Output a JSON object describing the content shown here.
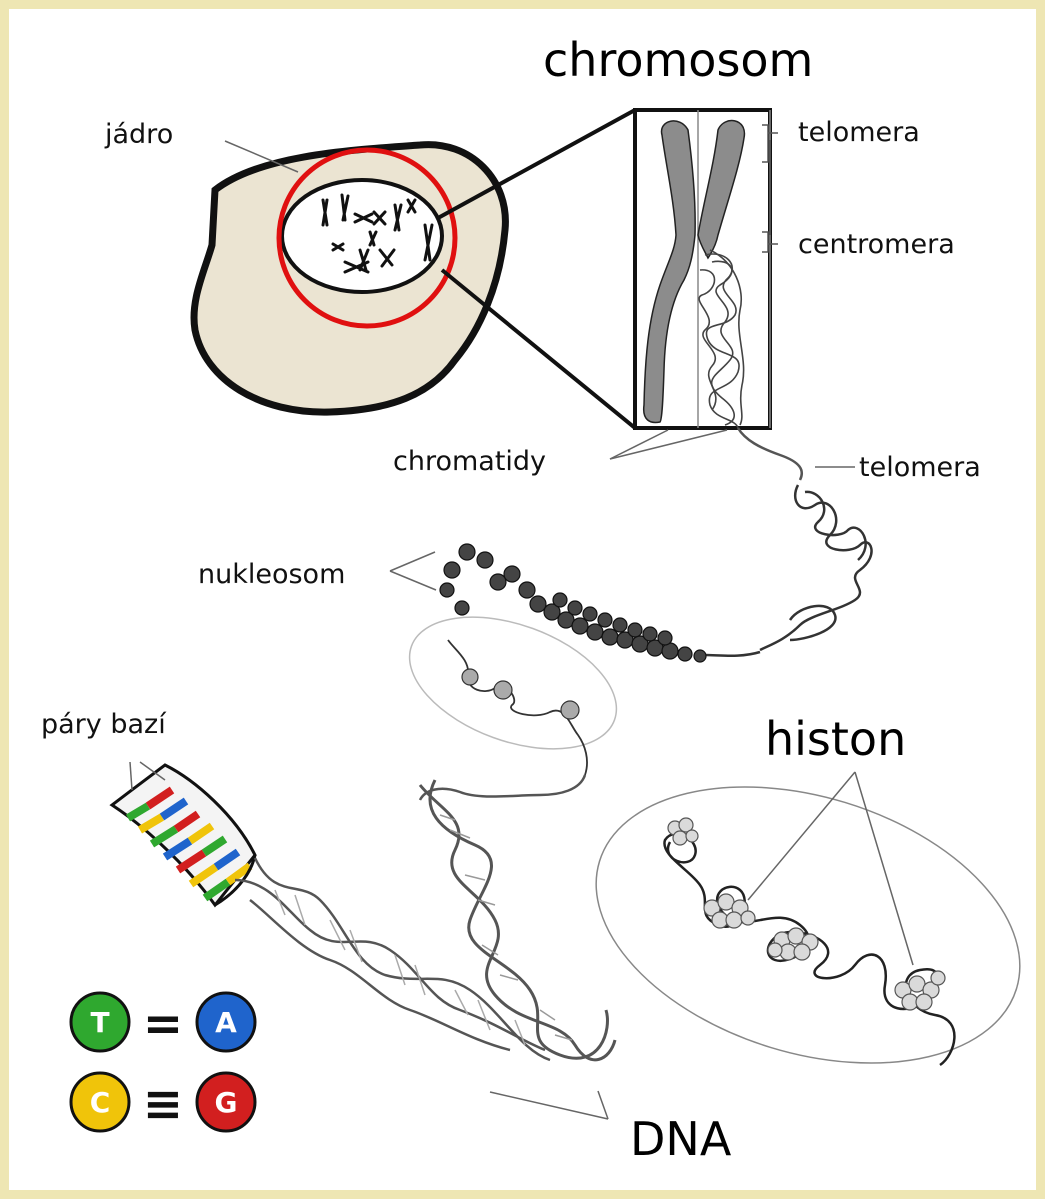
{
  "labels": {
    "jadro": "jádro",
    "chromosom": "chromosom",
    "telomera_top": "telomera",
    "centromera": "centromera",
    "chromatidy": "chromatidy",
    "telomera_bottom": "telomera",
    "nukleosom": "nukleosom",
    "pary_bazi": "páry bazí",
    "histon": "histon",
    "dna": "DNA"
  },
  "base_pairs": {
    "pair1": {
      "left": "T",
      "link": "=",
      "right": "A"
    },
    "pair2": {
      "left": "C",
      "link": "≡",
      "right": "G"
    }
  },
  "colors": {
    "background": "#eee6b3",
    "cell_fill": "#ebe4d2",
    "highlight_circle": "#e01010",
    "chromosome_fill": "#8c8c8c",
    "thymine": "#2fa82f",
    "adenine": "#1f64cc",
    "cytosine": "#f0c40a",
    "guanine": "#d21f1f"
  }
}
